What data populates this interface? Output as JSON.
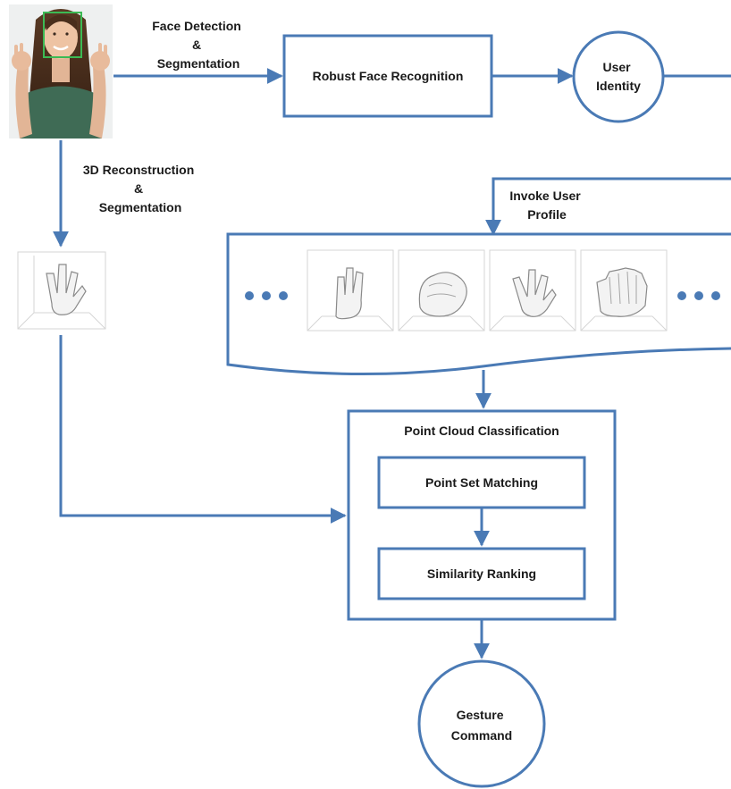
{
  "colors": {
    "stroke": "#4a7ab5",
    "text": "#1a1a1a",
    "face_box": "#3cba54",
    "sketch": "#9a9a9a",
    "panel_frame": "#d6d6d6"
  },
  "photo": {
    "icon": "person-photo",
    "detection_box": "face-detection-box"
  },
  "labels": {
    "face_detection": [
      "Face Detection",
      "&",
      "Segmentation"
    ],
    "reconstruction": [
      "3D Reconstruction",
      "&",
      "Segmentation"
    ],
    "robust_face": "Robust Face Recognition",
    "user_identity": [
      "User",
      "Identity"
    ],
    "invoke_profile": [
      "Invoke User",
      "Profile"
    ],
    "point_cloud": "Point Cloud Classification",
    "point_set": "Point Set Matching",
    "similarity": "Similarity Ranking",
    "gesture": [
      "Gesture",
      "Command"
    ]
  },
  "gallery": {
    "more_left": "more-dots-icon",
    "more_right": "more-dots-icon",
    "thumbnail_icon": "hand-point-cloud-icon",
    "thumbnail_count": 4
  }
}
